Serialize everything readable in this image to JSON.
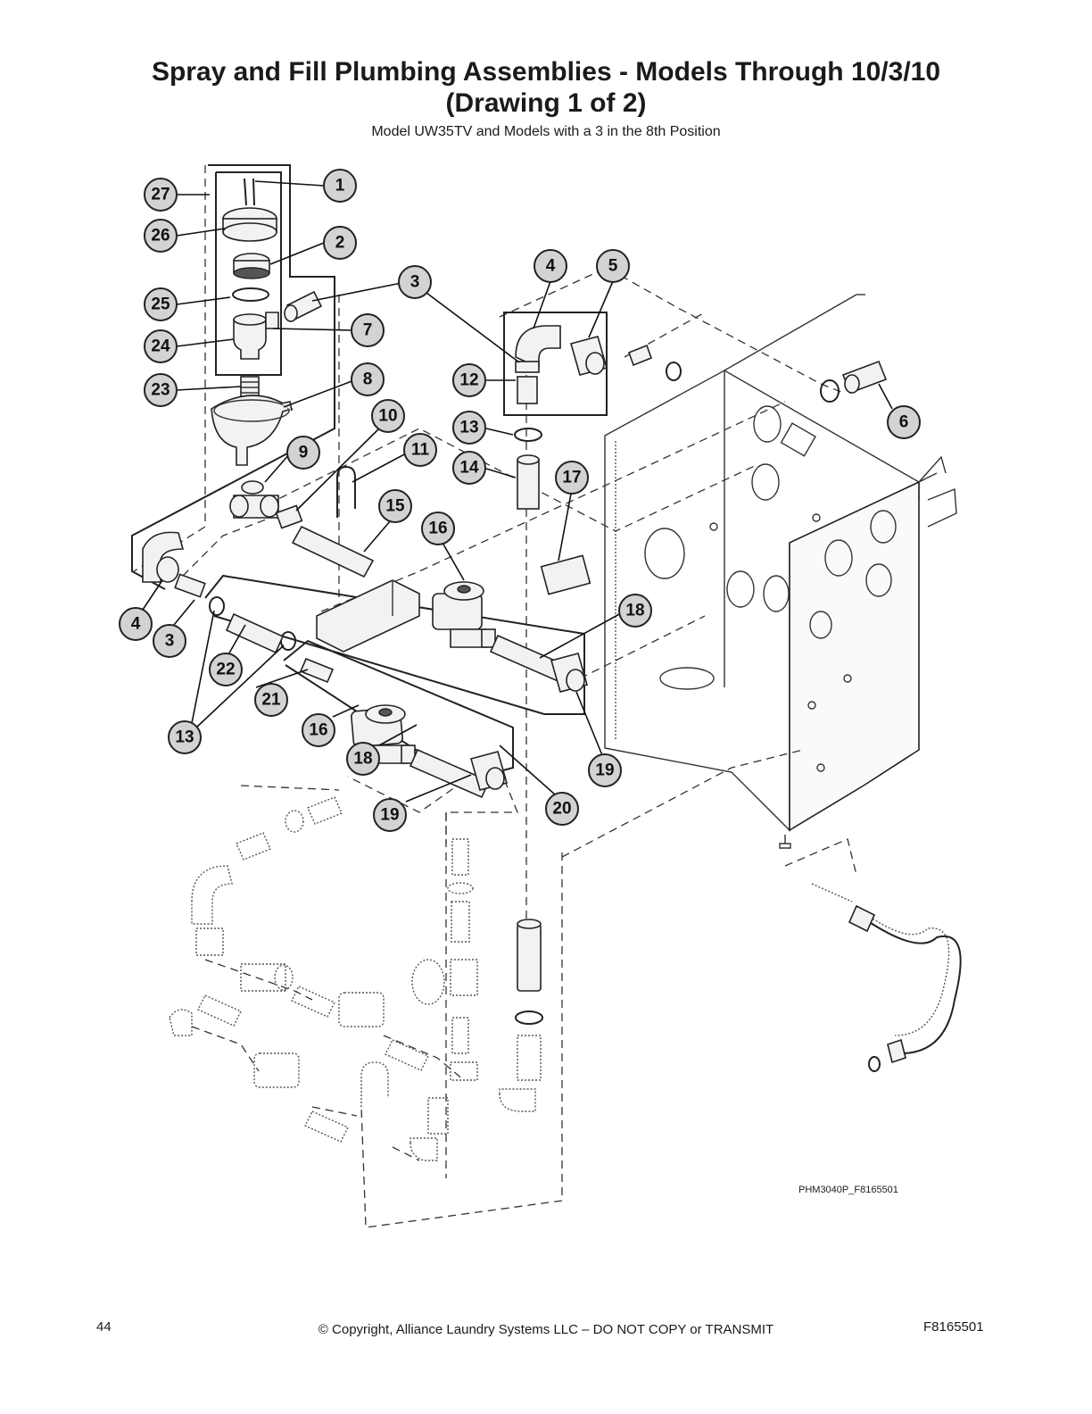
{
  "header": {
    "title_line1": "Spray and Fill Plumbing Assemblies - Models Through 10/3/10",
    "title_line2": "(Drawing 1 of 2)",
    "subtitle": "Model UW35TV and Models with a 3 in the 8th Position"
  },
  "callouts": [
    {
      "id": "c1",
      "label": "1"
    },
    {
      "id": "c2",
      "label": "2"
    },
    {
      "id": "c3a",
      "label": "3"
    },
    {
      "id": "c4a",
      "label": "4"
    },
    {
      "id": "c5",
      "label": "5"
    },
    {
      "id": "c6",
      "label": "6"
    },
    {
      "id": "c7",
      "label": "7"
    },
    {
      "id": "c8",
      "label": "8"
    },
    {
      "id": "c9",
      "label": "9"
    },
    {
      "id": "c10",
      "label": "10"
    },
    {
      "id": "c11",
      "label": "11"
    },
    {
      "id": "c12",
      "label": "12"
    },
    {
      "id": "c13a",
      "label": "13"
    },
    {
      "id": "c14",
      "label": "14"
    },
    {
      "id": "c15",
      "label": "15"
    },
    {
      "id": "c16a",
      "label": "16"
    },
    {
      "id": "c17",
      "label": "17"
    },
    {
      "id": "c18a",
      "label": "18"
    },
    {
      "id": "c19a",
      "label": "19"
    },
    {
      "id": "c20",
      "label": "20"
    },
    {
      "id": "c21",
      "label": "21"
    },
    {
      "id": "c22",
      "label": "22"
    },
    {
      "id": "c23",
      "label": "23"
    },
    {
      "id": "c24",
      "label": "24"
    },
    {
      "id": "c25",
      "label": "25"
    },
    {
      "id": "c26",
      "label": "26"
    },
    {
      "id": "c27",
      "label": "27"
    },
    {
      "id": "c4b",
      "label": "4"
    },
    {
      "id": "c3b",
      "label": "3"
    },
    {
      "id": "c13b",
      "label": "13"
    },
    {
      "id": "c16b",
      "label": "16"
    },
    {
      "id": "c18b",
      "label": "18"
    },
    {
      "id": "c19b",
      "label": "19"
    }
  ],
  "drawing_ref": "PHM3040P_F8165501",
  "footer": {
    "page_number": "44",
    "copyright": "© Copyright, Alliance Laundry Systems LLC – DO NOT COPY or TRANSMIT",
    "doc_number": "F8165501"
  }
}
